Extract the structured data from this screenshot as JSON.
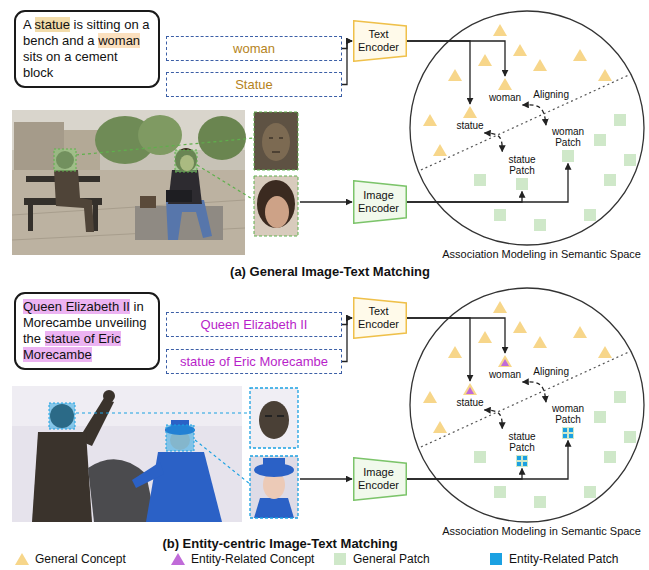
{
  "diagram": {
    "nodes": [
      {
        "text": [
          "A statue is sitting on a bench and a woman sits on a cement block"
        ]
      },
      {
        "text": [
          "woman"
        ]
      },
      {
        "text": [
          "Statue"
        ]
      },
      {
        "text": [
          "Text Encoder"
        ]
      },
      {
        "text": [
          "Image Encoder"
        ]
      },
      {
        "text": [
          "woman"
        ]
      },
      {
        "text": [
          "statue"
        ]
      },
      {
        "text": [
          "woman Patch"
        ]
      },
      {
        "text": [
          "statue Patch"
        ]
      },
      {
        "text": [
          "Queen Elizabeth II in Morecambe unveiling the statue of Eric Morecambe"
        ]
      },
      {
        "text": [
          "Queen Elizabeth II"
        ]
      },
      {
        "text": [
          "statue of Eric Morecambe"
        ]
      },
      {
        "text": [
          "Text Encoder"
        ]
      },
      {
        "text": [
          "Image Encoder"
        ]
      },
      {
        "text": [
          "woman"
        ]
      },
      {
        "text": [
          "statue"
        ]
      },
      {
        "text": [
          "woman Patch"
        ]
      },
      {
        "text": [
          "statue Patch"
        ]
      }
    ],
    "edges": [
      {
        "from": 1,
        "to": 3,
        "arrow": "to"
      },
      {
        "from": 2,
        "to": 3,
        "arrow": "to"
      },
      {
        "from": 3,
        "to": 5,
        "arrow": "to"
      },
      {
        "from": 3,
        "to": 6,
        "arrow": "to"
      },
      {
        "from": 4,
        "to": 7,
        "arrow": "to"
      },
      {
        "from": 4,
        "to": 8,
        "arrow": "to"
      },
      {
        "from": 5,
        "to": 7,
        "label": "Aligning",
        "arrow": "both"
      },
      {
        "from": 6,
        "to": 8,
        "arrow": "both"
      },
      {
        "from": 10,
        "to": 12,
        "arrow": "to"
      },
      {
        "from": 11,
        "to": 12,
        "arrow": "to"
      },
      {
        "from": 12,
        "to": 14,
        "arrow": "to"
      },
      {
        "from": 12,
        "to": 15,
        "arrow": "to"
      },
      {
        "from": 13,
        "to": 16,
        "arrow": "to"
      },
      {
        "from": 13,
        "to": 17,
        "arrow": "to"
      },
      {
        "from": 14,
        "to": 16,
        "label": "Aligning",
        "arrow": "both"
      },
      {
        "from": 15,
        "to": 17,
        "arrow": "both"
      }
    ],
    "labels": [
      "Association Modeling in Semantic Space",
      "(a) General Image-Text Matching",
      "Association Modeling in Semantic Space",
      "(b) Entity-centric Image-Text Matching"
    ],
    "legend": [
      {
        "text": "General Concept",
        "color": "#f7d68a"
      },
      {
        "text": "Entity-Related Concept",
        "color": "#c06bd8"
      },
      {
        "text": "General Patch",
        "color": "#cfe8c9"
      },
      {
        "text": "Entity-Related Patch",
        "color": "#1ba1e2"
      }
    ]
  }
}
